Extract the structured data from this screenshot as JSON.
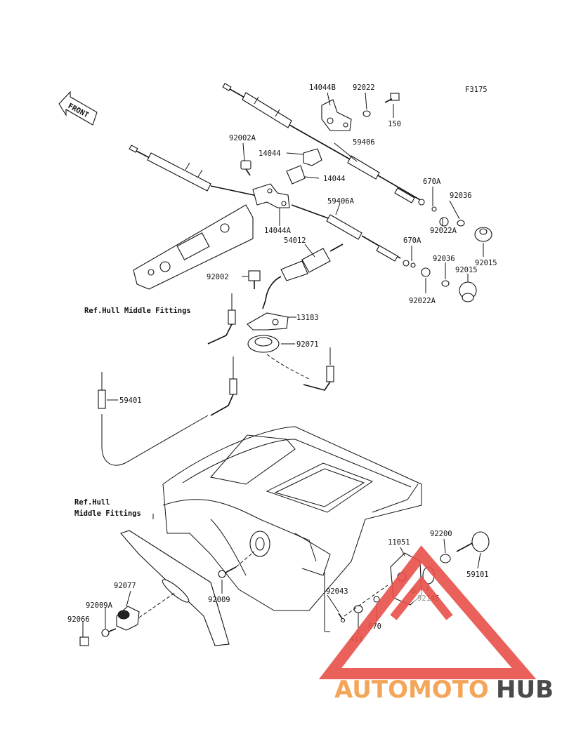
{
  "figure_code": "F3175",
  "front_label": "FRONT",
  "references": {
    "hull_mid_1": "Ref.Hull Middle Fittings",
    "hull_mid_2_line1": "Ref.Hull",
    "hull_mid_2_line2": "Middle Fittings"
  },
  "parts": {
    "p14044B": "14044B",
    "p92022": "92022",
    "p150": "150",
    "p92002A": "92002A",
    "p14044_top": "14044",
    "p59406": "59406",
    "p14044_mid": "14044",
    "p670A_1": "670A",
    "p92036_1": "92036",
    "p59406A": "59406A",
    "p14044A": "14044A",
    "p92022A_1": "92022A",
    "p54012": "54012",
    "p670A_2": "670A",
    "p92015_1": "92015",
    "p92036_2": "92036",
    "p92015_2": "92015",
    "p92002": "92002",
    "p92022A_2": "92022A",
    "p13183": "13183",
    "p92071": "92071",
    "p59401": "59401",
    "p92200": "92200",
    "p11051": "11051",
    "p59101": "59101",
    "p92145": "92145",
    "p92077": "92077",
    "p92009": "92009",
    "p92043": "92043",
    "p92009A": "92009A",
    "p670": "670",
    "p92066": "92066",
    "p411": "411"
  },
  "watermark": {
    "part1": "AUTOMOTO",
    "part2": "HUB",
    "color1": "#f3a65a",
    "color2": "#4a4a4a",
    "logo_color": "#e8504a"
  }
}
